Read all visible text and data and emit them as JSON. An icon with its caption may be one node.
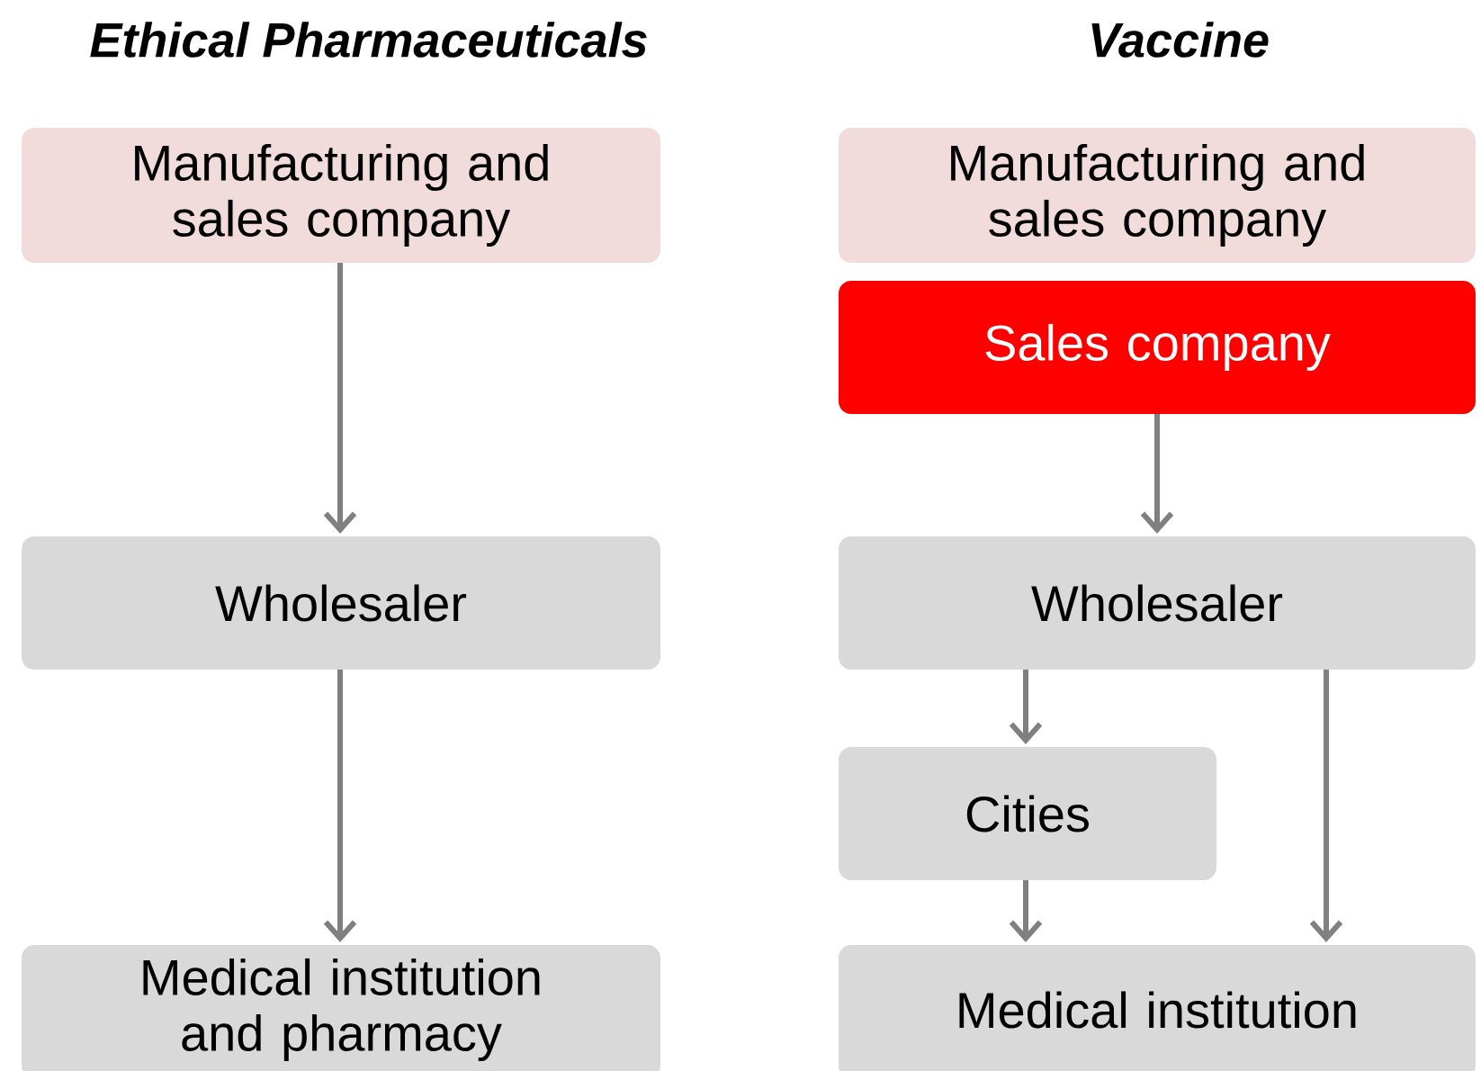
{
  "diagram": {
    "nodes": [
      {
        "text": [
          "Manufacturing and sales company"
        ]
      },
      {
        "text": [
          "Wholesaler"
        ]
      },
      {
        "text": [
          "Medical institution and pharmacy"
        ]
      },
      {
        "text": [
          "Manufacturing and sales company"
        ]
      },
      {
        "text": [
          "Sales company"
        ]
      },
      {
        "text": [
          "Wholesaler"
        ]
      },
      {
        "text": [
          "Cities"
        ]
      },
      {
        "text": [
          "Medical institution"
        ]
      }
    ],
    "edges": [
      {
        "from": 0,
        "to": 1,
        "arrow": "to"
      },
      {
        "from": 1,
        "to": 2,
        "arrow": "to"
      },
      {
        "from": 4,
        "to": 5,
        "arrow": "to"
      },
      {
        "from": 5,
        "to": 6,
        "arrow": "to"
      },
      {
        "from": 6,
        "to": 7,
        "arrow": "to"
      },
      {
        "from": 5,
        "to": 7,
        "arrow": "to"
      }
    ],
    "labels": [
      "Ethical Pharmaceuticals",
      "Vaccine"
    ]
  }
}
